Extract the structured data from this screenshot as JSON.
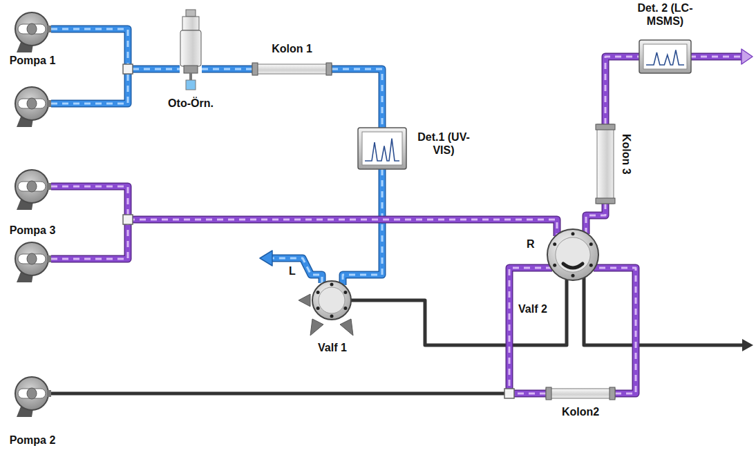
{
  "diagram": {
    "nodes": [
      {
        "text": [
          "Pompa 1"
        ]
      },
      {
        "text": [
          "Oto-Örn."
        ]
      },
      {
        "text": [
          "Kolon 1"
        ]
      },
      {
        "text": [
          "Det. 2 (LC-MSMS)"
        ]
      },
      {
        "text": [
          "Det.1 (UV-VIS)"
        ]
      },
      {
        "text": [
          "Kolon 3"
        ]
      },
      {
        "text": [
          "Pompa 3"
        ]
      },
      {
        "text": [
          "L",
          "Valf 1"
        ]
      },
      {
        "text": [
          "R",
          "Valf 2"
        ]
      },
      {
        "text": [
          "Kolon2"
        ]
      },
      {
        "text": [
          "Pompa 2"
        ]
      }
    ],
    "edges": [
      {
        "from": 0,
        "to": 1,
        "arrow": "none"
      },
      {
        "from": 1,
        "to": 2,
        "arrow": "none"
      },
      {
        "from": 2,
        "to": 4,
        "arrow": "none"
      },
      {
        "from": 4,
        "to": 7,
        "arrow": "none"
      },
      {
        "from": 6,
        "to": 8,
        "arrow": "none"
      },
      {
        "from": 8,
        "to": 5,
        "arrow": "none"
      },
      {
        "from": 5,
        "to": 3,
        "arrow": "none"
      },
      {
        "from": 7,
        "to": 8,
        "arrow": "none"
      },
      {
        "from": 10,
        "to": 9,
        "arrow": "none"
      },
      {
        "from": 8,
        "to": 9,
        "arrow": "none"
      },
      {
        "from": 9,
        "to": 8,
        "arrow": "none"
      }
    ]
  }
}
